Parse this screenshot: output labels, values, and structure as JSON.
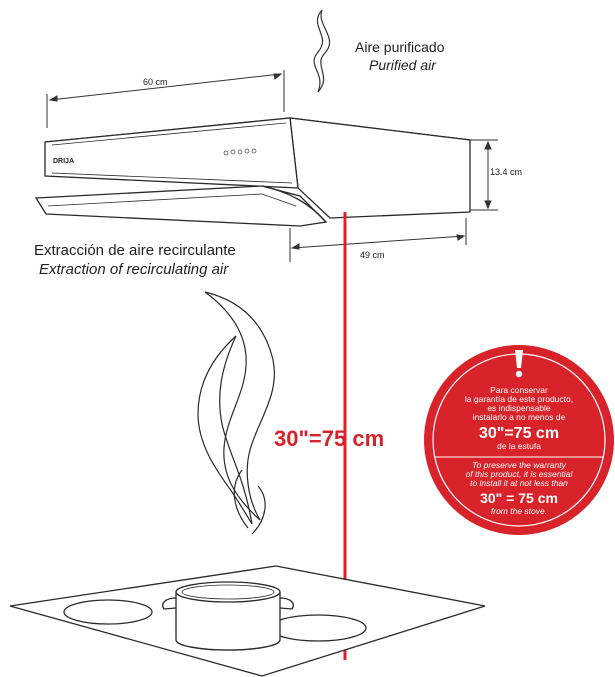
{
  "dimensions": {
    "width_label": "60 cm",
    "height_label": "13.4 cm",
    "depth_label": "49 cm",
    "distance_label": "30\"=75 cm"
  },
  "labels": {
    "purified_es": "Aire purificado",
    "purified_en": "Purified air",
    "extraction_es": "Extracción de aire recirculante",
    "extraction_en": "Extraction of recirculating air",
    "brand": "DRIJA"
  },
  "warning": {
    "icon": "exclamation-icon",
    "es_lines": [
      "Para conservar",
      "la garantía de este producto,",
      "es indispensable",
      "instalarlo a no menos de"
    ],
    "es_value": "30\"=75 cm",
    "es_tail": "de la estufa",
    "en_lines": [
      "To preserve the warranty",
      "of this product, it is essential",
      "to install it at not less than"
    ],
    "en_value": "30\" = 75 cm",
    "en_tail": "from the stove."
  },
  "colors": {
    "accent": "#d8232a",
    "line": "#333333"
  }
}
